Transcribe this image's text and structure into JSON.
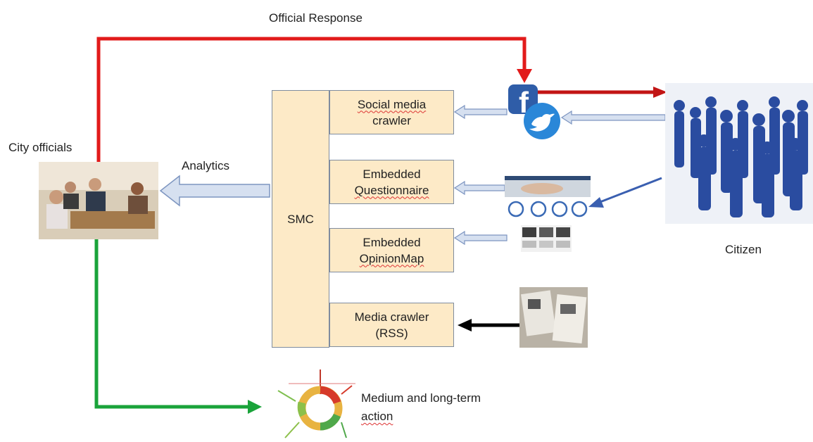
{
  "top_label": "Official Response",
  "city_officials": "City officials",
  "analytics": "Analytics",
  "smc": "SMC",
  "modules": [
    {
      "line1": "Social media",
      "line2": "crawler"
    },
    {
      "line1": "Embedded",
      "line2": "Questionnaire"
    },
    {
      "line1": "Embedded",
      "line2": "OpinionMap"
    },
    {
      "line1": "Media crawler",
      "line2": "(RSS)"
    }
  ],
  "citizen": "Citizen",
  "action_line1": "Medium and long-term",
  "action_line2": "action",
  "colors": {
    "response_arrow": "#e21b1b",
    "action_arrow": "#1aa33a",
    "box_fill": "#fdeac7",
    "hollow_arrow": "#c9d6ea",
    "crowd": "#2a4ca0"
  },
  "icons": [
    "facebook-icon",
    "twitter-icon",
    "questionnaire-screenshot",
    "opinionmap-screenshot",
    "newspaper-photo",
    "officials-photo",
    "crowd-silhouette",
    "cycle-icon"
  ]
}
